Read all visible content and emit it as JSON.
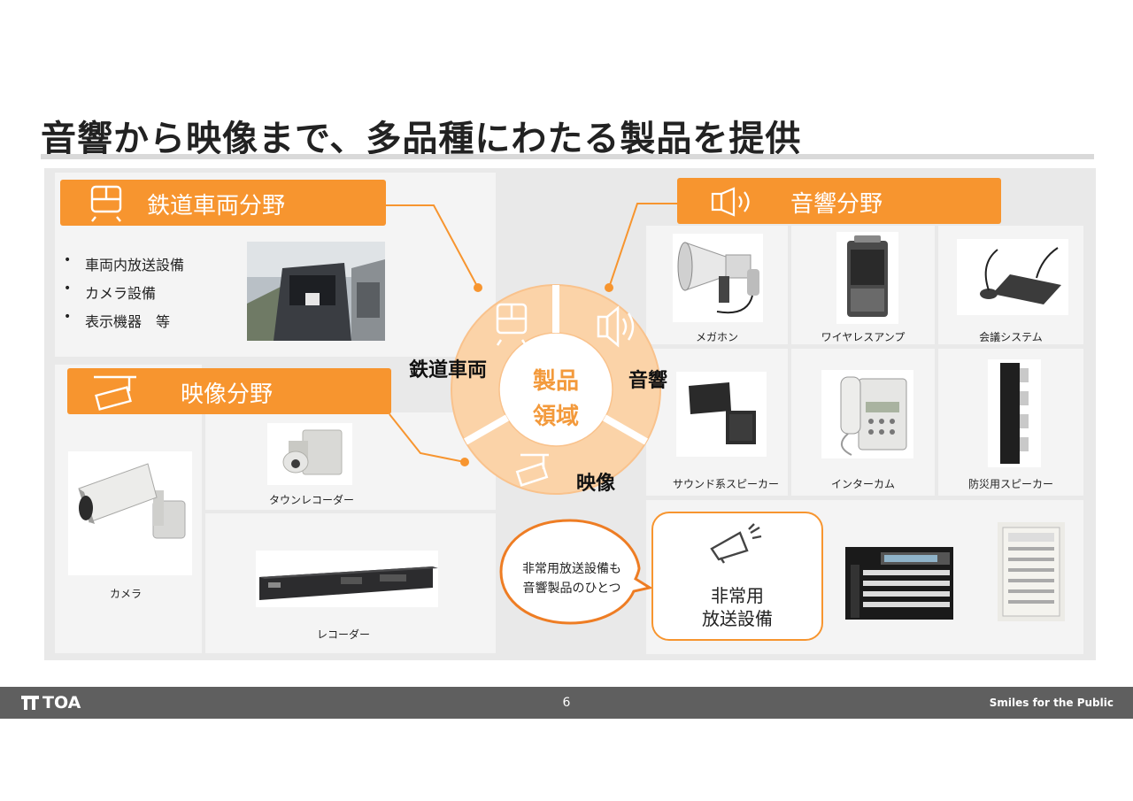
{
  "page": {
    "title": "音響から映像まで、多品種にわたる製品を提供",
    "page_number": "6"
  },
  "railway": {
    "heading": "鉄道車両分野",
    "bullets": [
      "車両内放送設備",
      "カメラ設備",
      "表示機器　等"
    ]
  },
  "video": {
    "heading": "映像分野",
    "products": [
      "タウンレコーダー",
      "カメラ",
      "レコーダー"
    ]
  },
  "audio": {
    "heading": "音響分野",
    "products": [
      "メガホン",
      "ワイヤレスアンプ",
      "会議システム",
      "サウンド系スピーカー",
      "インターカム",
      "防災用スピーカー"
    ]
  },
  "ring": {
    "center_line1": "製品",
    "center_line2": "領域",
    "label_railway": "鉄道車両",
    "label_audio": "音響",
    "label_video": "映像"
  },
  "emergency": {
    "bubble_line1": "非常用放送設備も",
    "bubble_line2": "音響製品のひとつ",
    "box_line1": "非常用",
    "box_line2": "放送設備"
  },
  "footer": {
    "logo": "TOA",
    "slogan": "Smiles for the Public"
  },
  "colors": {
    "accent": "#f7952f",
    "ring": "#fbd3a8",
    "footer": "#5f5f5f"
  }
}
